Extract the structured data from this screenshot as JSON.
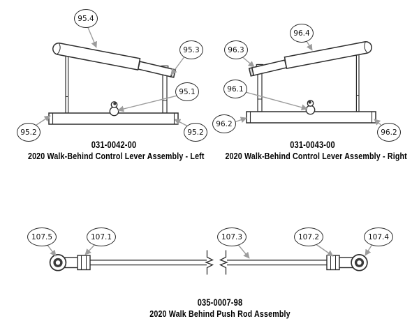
{
  "colors": {
    "background": "#ffffff",
    "line_art": "#2d2d2d",
    "leader_line": "#9c9c9c",
    "callout_border": "#2a2a2a",
    "text": "#000000"
  },
  "assemblies": [
    {
      "id": "control-lever-left",
      "part_number": "031-0042-00",
      "title": "2020 Walk-Behind Control Lever Assembly - Left",
      "callouts": [
        {
          "label": "95.4"
        },
        {
          "label": "95.3"
        },
        {
          "label": "95.1"
        },
        {
          "label": "95.2"
        },
        {
          "label": "95.2"
        }
      ]
    },
    {
      "id": "control-lever-right",
      "part_number": "031-0043-00",
      "title": "2020 Walk-Behind Control Lever Assembly - Right",
      "callouts": [
        {
          "label": "96.4"
        },
        {
          "label": "96.3"
        },
        {
          "label": "96.1"
        },
        {
          "label": "96.2"
        },
        {
          "label": "96.2"
        }
      ]
    },
    {
      "id": "push-rod",
      "part_number": "035-0007-98",
      "title": "2020 Walk Behind Push Rod Assembly",
      "callouts": [
        {
          "label": "107.5"
        },
        {
          "label": "107.1"
        },
        {
          "label": "107.3"
        },
        {
          "label": "107.2"
        },
        {
          "label": "107.4"
        }
      ]
    }
  ]
}
